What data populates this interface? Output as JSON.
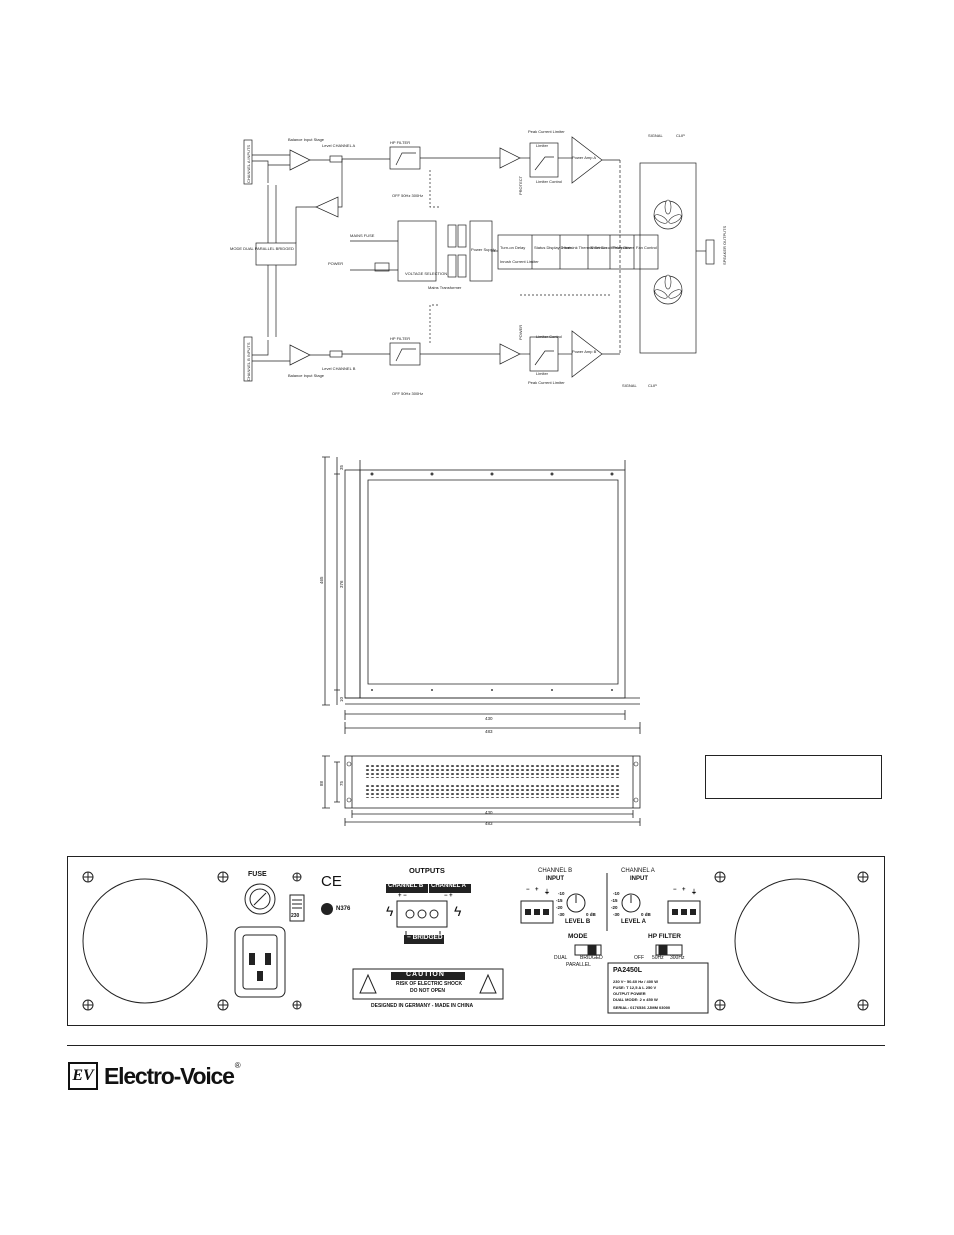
{
  "block_diagram": {
    "channel_a_inputs": "CHANNEL A INPUTS",
    "channel_b_inputs": "CHANNEL B INPUTS",
    "balanced_input_stage_a": "Balance Input Stage",
    "balanced_input_stage_b": "Balance Input Stage",
    "level_a": "Level CHANNEL A",
    "level_b": "Level CHANNEL B",
    "hp_filter_a": "HP FILTER",
    "hp_filter_b": "HP FILTER",
    "filter_opts_a": "OFF 50Hz 300Hz",
    "filter_opts_b": "OFF 50Hz 300Hz",
    "mode": "MODE DUAL PARALLEL BRIDGED",
    "limiter_a": "Limiter",
    "limiter_b": "Limiter",
    "limiter_control_a": "Limiter Control",
    "limiter_control_b": "Limiter Control",
    "peak_current_a": "Peak Current Limiter",
    "peak_current_b": "Peak Current Limiter",
    "power_amp_a": "Power Amp A",
    "power_amp_b": "Power Amp B",
    "power_supply": "Power Supply",
    "mains_transformer": "Mains Transformer",
    "mains_fuse": "MAINS FUSE",
    "voltage_selection": "VOLTAGE SELECTION",
    "blocks": [
      "Turn-on Delay",
      "Status Display Driver",
      "Heatsink Thermal Sensor",
      "Short Circuit Protection",
      "Relay Driver",
      "Fan Control"
    ],
    "soft_start_limiter": "Inrush Current Limiter",
    "speaker_outputs": "SPEAKER OUTPUTS",
    "leds_top": [
      "SIGNAL",
      "CLIP"
    ],
    "leds_bottom": [
      "SIGNAL",
      "CLIP"
    ],
    "leds_side": [
      "PROTECT",
      "POWER"
    ],
    "power_switch": "POWER"
  },
  "top_view": {
    "dim_total_depth": "465",
    "dim_depth_inner": "376",
    "dim_front": "35",
    "dim_rear": "10",
    "dim_width_inner": "430",
    "dim_width_outer": "483"
  },
  "front_view": {
    "dim_height": "88",
    "dim_height_inner": "75",
    "dim_width_inner": "430",
    "dim_width_outer": "483"
  },
  "rear_panel": {
    "fuse": "FUSE",
    "voltage": "230",
    "ce": "CE",
    "n_number": "N376",
    "outputs": "OUTPUTS",
    "channel_b": "CHANNEL B",
    "channel_a": "CHANNEL A",
    "polarity_b": "+ −",
    "polarity_a": "− +",
    "bridged": "− BRIDGED +",
    "caution_title": "CAUTION",
    "caution_line1": "RISK OF ELECTRIC SHOCK",
    "caution_line2": "DO NOT OPEN",
    "designed": "DESIGNED IN GERMANY - MADE IN CHINA",
    "ch_b_input_1": "CHANNEL B",
    "ch_b_input_2": "INPUT",
    "ch_a_input_1": "CHANNEL A",
    "ch_a_input_2": "INPUT",
    "level_b": "LEVEL B",
    "level_a": "LEVEL A",
    "level_scale_b": [
      "-10",
      "-15",
      "-20",
      "-30",
      "0 dB"
    ],
    "level_scale_a": [
      "-10",
      "-15",
      "-20",
      "-30",
      "0 dB"
    ],
    "input_pins": [
      "−",
      "+",
      "⏚"
    ],
    "mode": "MODE",
    "mode_dual": "DUAL",
    "mode_parallel": "PARALLEL",
    "mode_bridged": "BRIDGED",
    "hp_filter": "HP FILTER",
    "hp_off": "OFF",
    "hp_50": "50Hz",
    "hp_300": "300Hz",
    "model": "PA2450L",
    "spec1": "230 V~ 50-60 Hz / 400 W",
    "spec2": "FUSE: T 12,5 A L 250 V",
    "spec3": "OUTPUT POWER",
    "spec4": "DUAL MODE: 2 x 450 W",
    "serial": "SERIAL: 0176536 JJMM 03000"
  },
  "brand": {
    "logo_mark": "EV",
    "logo_text": "Electro-Voice",
    "reg": "®"
  }
}
